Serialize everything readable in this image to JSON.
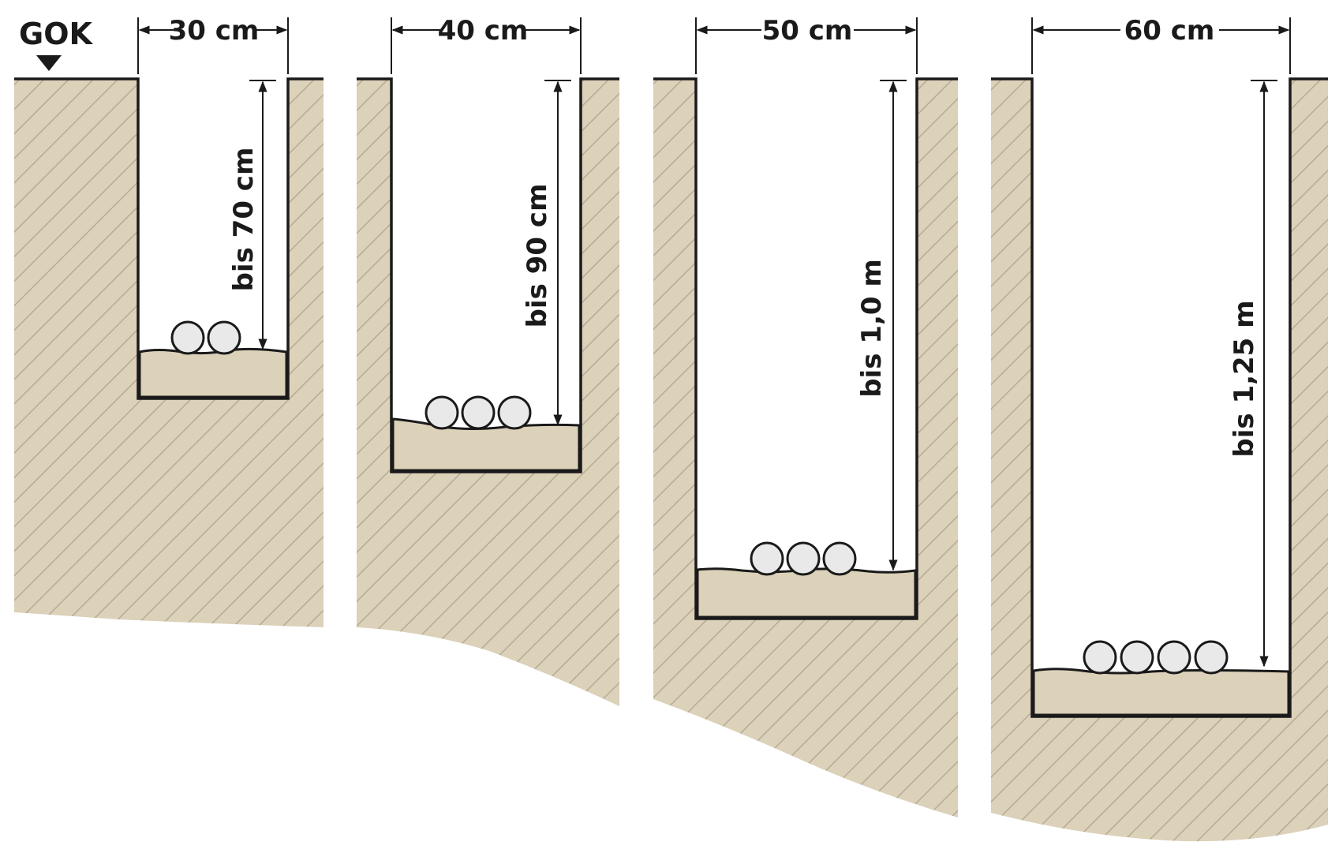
{
  "reference_level": {
    "label": "GOK"
  },
  "trenches": [
    {
      "width_label": "30 cm",
      "depth_label": "bis 70 cm",
      "pipe_count": 2
    },
    {
      "width_label": "40 cm",
      "depth_label": "bis 90 cm",
      "pipe_count": 3
    },
    {
      "width_label": "50 cm",
      "depth_label": "bis 1,0 m",
      "pipe_count": 3
    },
    {
      "width_label": "60 cm",
      "depth_label": "bis 1,25 m",
      "pipe_count": 4
    }
  ],
  "colors": {
    "soil": "#dcd1b9",
    "hatch": "#b6ab95",
    "line": "#1a1a1a",
    "bedding": "#dcd1b9",
    "pipe_fill": "#e9e9e9",
    "background": "#ffffff"
  }
}
